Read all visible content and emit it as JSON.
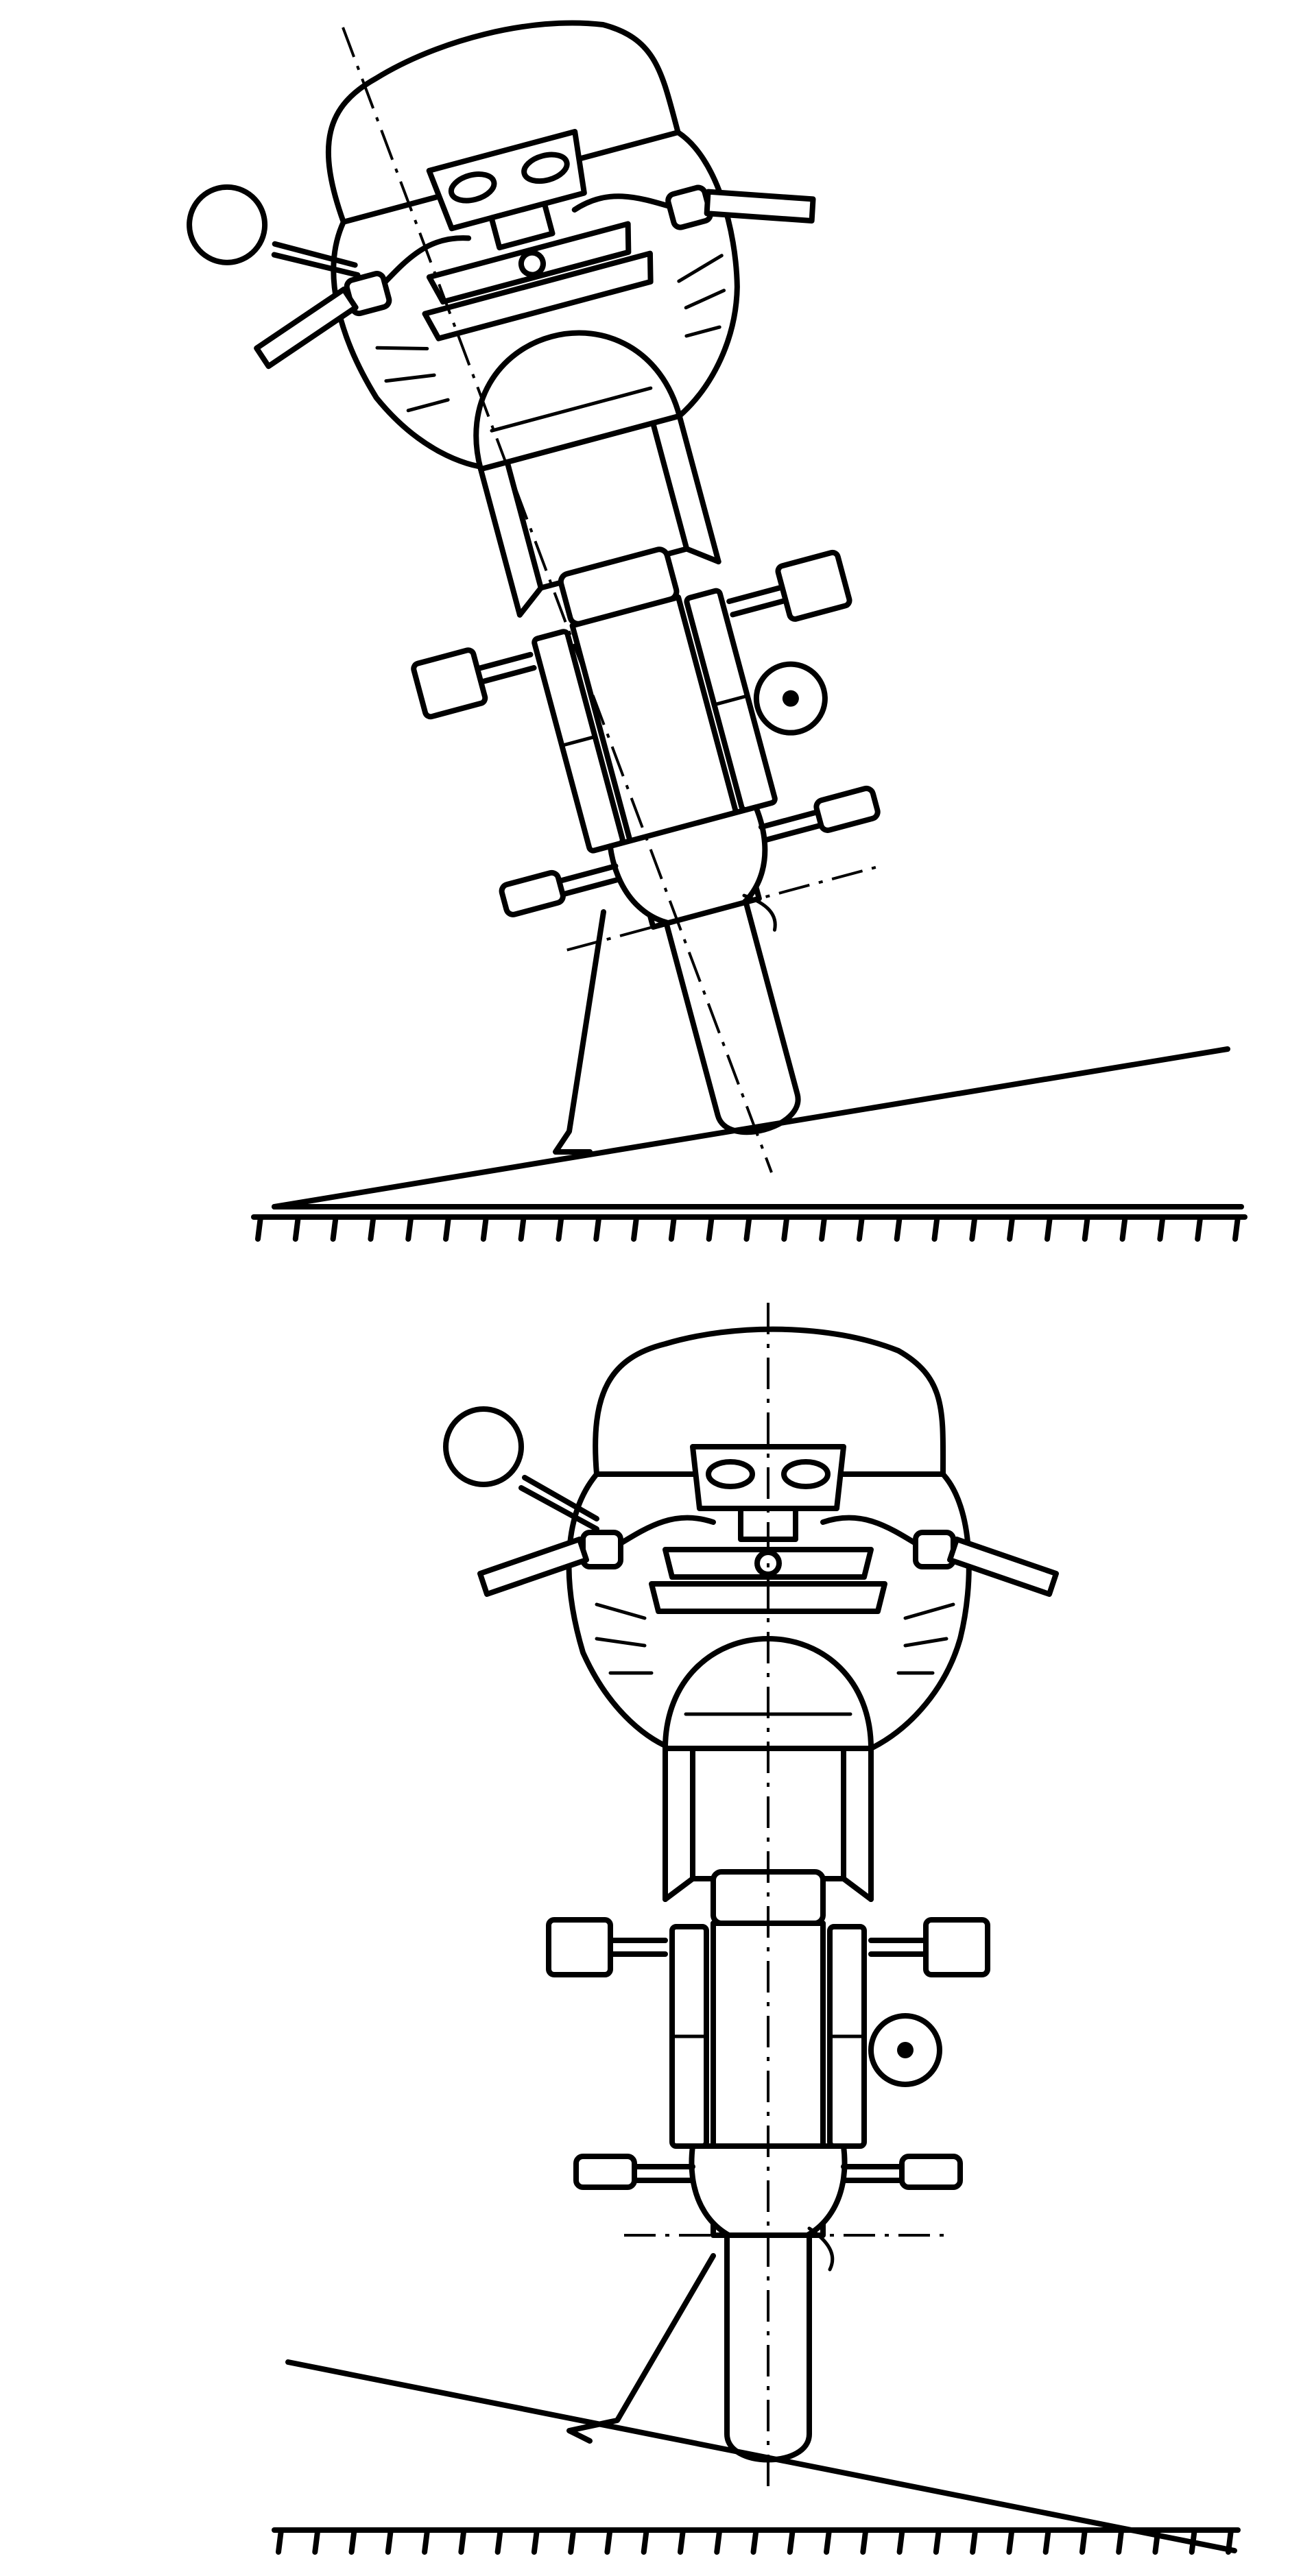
{
  "figure": {
    "colors": {
      "ink": "#000000",
      "paper": "#ffffff"
    },
    "views": [
      {
        "id": "leaning-on-slope",
        "description_shown": false
      },
      {
        "id": "upright-on-slope",
        "description_shown": false
      }
    ],
    "scale_ticks_per_ruler": 26
  }
}
